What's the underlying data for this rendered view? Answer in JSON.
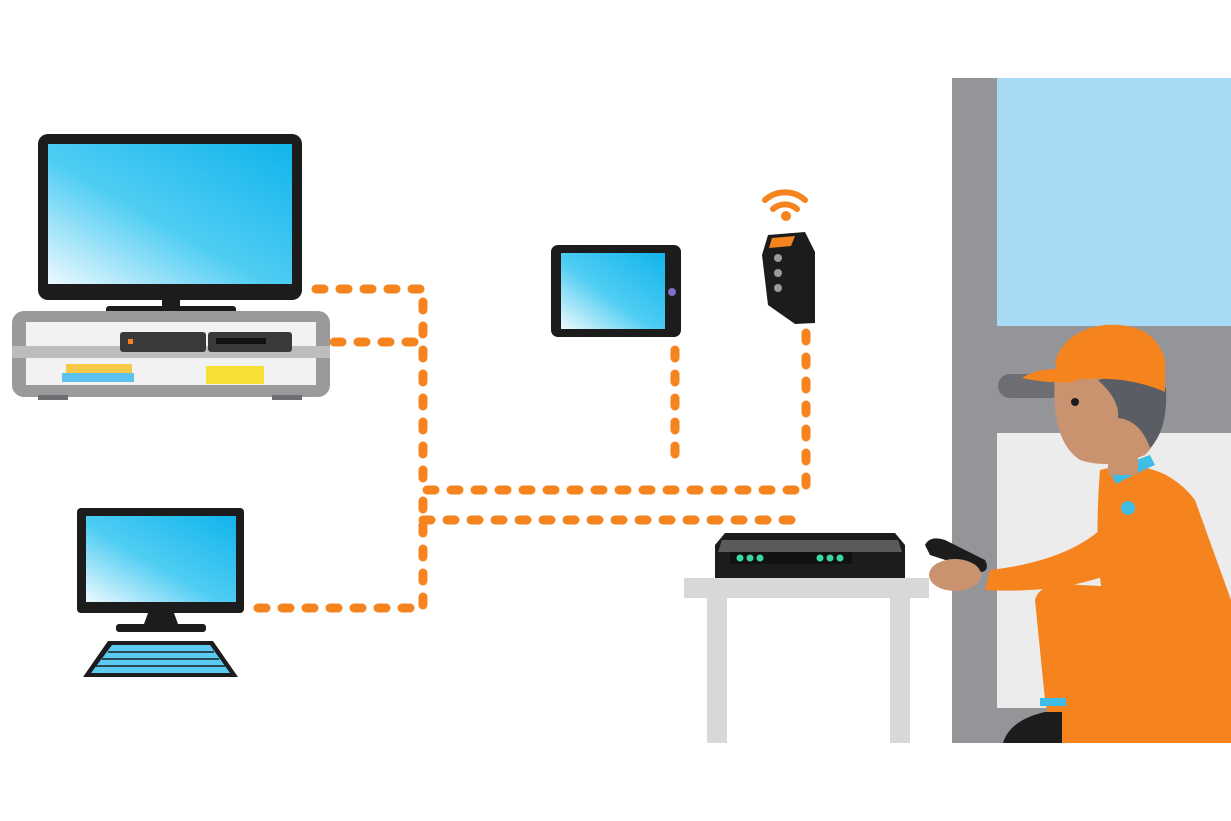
{
  "palette": {
    "orange": "#f5841f",
    "screen_blue": "#1ec0f0",
    "screen_light": "#e6f6fd",
    "device_black": "#1c1c1c",
    "furniture_gray": "#9a9a9a",
    "table_gray": "#d8d8d8",
    "wall_gray": "#939598",
    "window_blue": "#a8daf5",
    "skin": "#c99370",
    "collar_teal": "#3fbde4"
  },
  "scene": {
    "devices": [
      {
        "name": "television",
        "icon": "tv-icon",
        "wired": true
      },
      {
        "name": "set-top-boxes",
        "icon": "set-top-box-icon",
        "wired": true
      },
      {
        "name": "desktop-computer",
        "icon": "desktop-computer-icon",
        "wired": true
      },
      {
        "name": "tablet",
        "icon": "tablet-icon",
        "wired": true
      },
      {
        "name": "wifi-access-point",
        "icon": "wifi-extender-icon",
        "wired": true
      },
      {
        "name": "router",
        "icon": "router-icon",
        "wired": false
      }
    ],
    "technician": {
      "icon": "technician-icon",
      "holding": "remote-control-icon"
    },
    "link_style": "dotted-orange"
  }
}
